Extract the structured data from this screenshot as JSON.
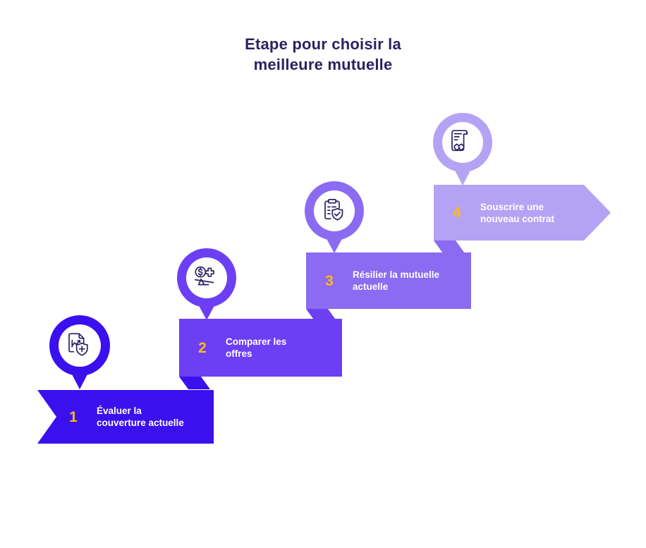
{
  "title": {
    "text": "Etape pour choisir la\nmeilleure mutuelle",
    "color": "#2d2160"
  },
  "palette": {
    "background": "#ffffff",
    "number_color": "#ffb81c",
    "label_color": "#ffffff",
    "icon_stroke": "#2d2160"
  },
  "steps": [
    {
      "number": "1",
      "label": "Évaluer la\ncouverture actuelle",
      "band_color": "#3a10ee",
      "shadow_color": "#2a0ab5",
      "pin_color": "#3a10ee",
      "icon_name": "document-chart-shield-plus-icon",
      "shape": "notched-banner"
    },
    {
      "number": "2",
      "label": "Comparer les\noffres",
      "band_color": "#6c3ff5",
      "shadow_color": "#3a10ee",
      "pin_color": "#6c3ff5",
      "icon_name": "scale-dollar-cross-icon",
      "shape": "rectangle"
    },
    {
      "number": "3",
      "label": "Résilier la mutuelle\nactuelle",
      "band_color": "#8a6bf2",
      "shadow_color": "#6c3ff5",
      "pin_color": "#8a6bf2",
      "icon_name": "clipboard-shield-check-icon",
      "shape": "rectangle"
    },
    {
      "number": "4",
      "label": "Souscrire une\nnouveau contrat",
      "band_color": "#b4a3f5",
      "shadow_color": "#8a6bf2",
      "pin_color": "#b4a3f5",
      "icon_name": "contract-scroll-handshake-icon",
      "shape": "arrow-right"
    }
  ]
}
